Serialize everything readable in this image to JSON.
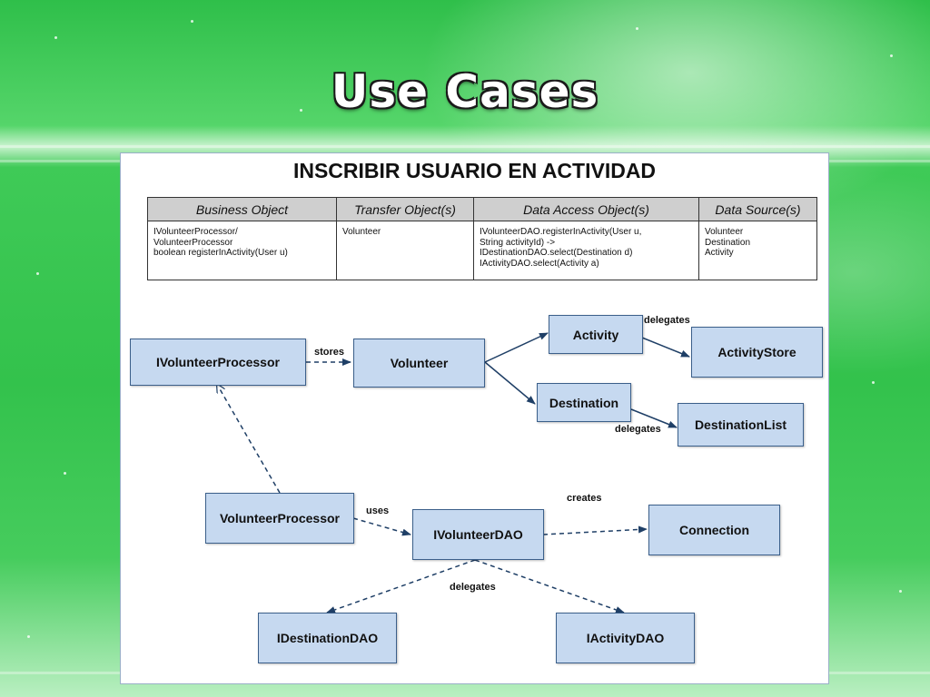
{
  "slide": {
    "title": "Use Cases"
  },
  "diagram": {
    "title": "INSCRIBIR USUARIO EN ACTIVIDAD",
    "table": {
      "headers": [
        "Business Object",
        "Transfer Object(s)",
        "Data Access Object(s)",
        "Data Source(s)"
      ],
      "cells": [
        "IVolunteerProcessor/\nVolunteerProcessor\nboolean registerInActivity(User u)",
        "Volunteer",
        "IVolunteerDAO.registerInActivity(User u,\nString activityId) ->\nIDestinationDAO.select(Destination d)\nIActivityDAO.select(Activity a)",
        "Volunteer\nDestination\nActivity"
      ]
    },
    "nodes": {
      "ivolunteer_processor": "IVolunteerProcessor",
      "volunteer": "Volunteer",
      "activity": "Activity",
      "activity_store": "ActivityStore",
      "destination": "Destination",
      "destination_list": "DestinationList",
      "volunteer_processor": "VolunteerProcessor",
      "ivolunteer_dao": "IVolunteerDAO",
      "connection": "Connection",
      "idestination_dao": "IDestinationDAO",
      "iactivity_dao": "IActivityDAO"
    },
    "edge_labels": {
      "stores": "stores",
      "delegates_activity": "delegates",
      "delegates_destination": "delegates",
      "uses": "uses",
      "creates": "creates",
      "delegates_dao": "delegates"
    },
    "colors": {
      "node_fill": "#c6d9f0",
      "node_border": "#3b5f8a",
      "edge": "#1f3f66"
    }
  }
}
